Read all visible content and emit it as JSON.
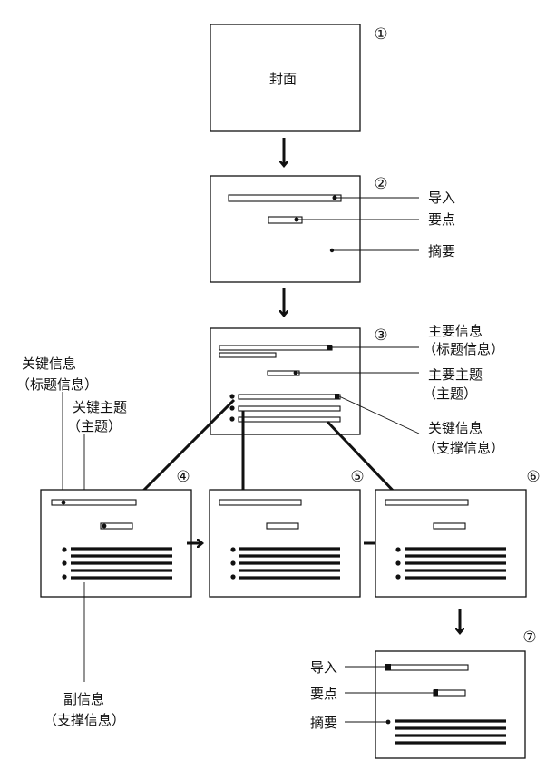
{
  "numbers": [
    "①",
    "②",
    "③",
    "④",
    "⑤",
    "⑥",
    "⑦"
  ],
  "cover_label": "封面",
  "slide2": {
    "lead": "导入",
    "point": "要点",
    "summary": "摘要"
  },
  "slide3": {
    "main_info": "主要信息",
    "main_info_sub": "（标题信息）",
    "main_theme": "主要主题",
    "main_theme_sub": "（主题）",
    "key_info": "关键信息",
    "key_info_sub": "（支撑信息）"
  },
  "left_notes": {
    "key_info": "关键信息",
    "key_info_sub": "（标题信息）",
    "key_theme": "关键主题",
    "key_theme_sub": "（主题）"
  },
  "bottom_note": {
    "sub_info": "副信息",
    "sub_info_sub": "（支撑信息）"
  },
  "slide7": {
    "lead": "导入",
    "point": "要点",
    "summary": "摘要"
  }
}
